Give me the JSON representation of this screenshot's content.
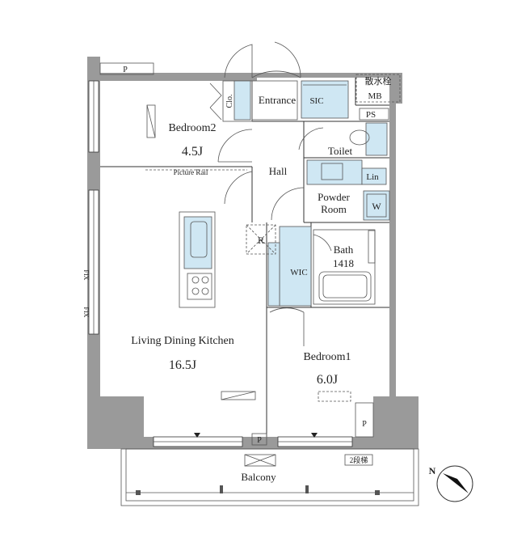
{
  "rooms": {
    "bedroom2": {
      "name": "Bedroom2",
      "size": "4.5J"
    },
    "living": {
      "name": "Living Dining Kitchen",
      "size": "16.5J"
    },
    "bedroom1": {
      "name": "Bedroom1",
      "size": "6.0J"
    },
    "entrance": "Entrance",
    "hall": "Hall",
    "toilet": "Toilet",
    "powder_room": {
      "line1": "Powder",
      "line2": "Room"
    },
    "bath": {
      "name": "Bath",
      "size": "1418"
    },
    "balcony": "Balcony"
  },
  "fixtures": {
    "sic": "SIC",
    "clo": "Clo.",
    "lin": "Lin",
    "washer": "W",
    "fridge": "R",
    "wic": "WIC",
    "ps": "PS",
    "mb": "MB",
    "sprinkler": "散水栓",
    "picture_rail": "Picture Rail",
    "p_top": "P",
    "p_bottom": "P",
    "p_right": "P",
    "fix1": "FIX",
    "fix2": "FIX",
    "ladder": "2段梯"
  },
  "compass": {
    "label": "N"
  },
  "colors": {
    "wall": "#9a9a9a",
    "fixture_blue": "#cfe7f3"
  }
}
